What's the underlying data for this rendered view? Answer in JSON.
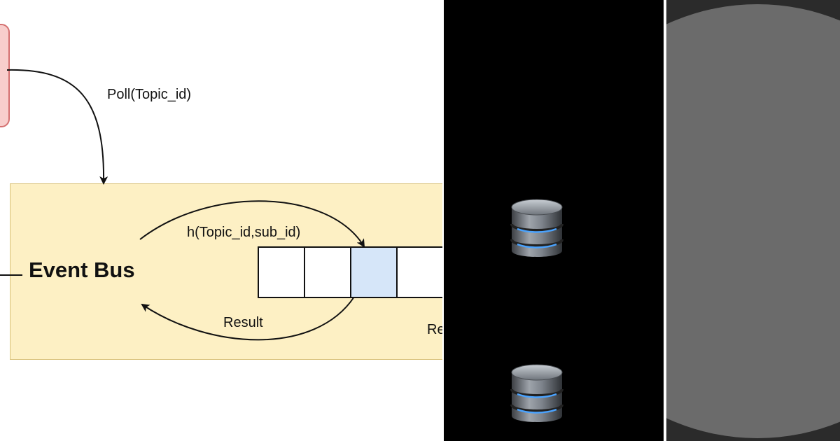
{
  "diagram": {
    "poll_label": "Poll(Topic_id)",
    "bus_title": "Event Bus",
    "hash_label": "h(Topic_id,sub_id)",
    "result_label": "Result",
    "result_label_clipped": "Re",
    "queue_slots": [
      {
        "state": "empty"
      },
      {
        "state": "empty"
      },
      {
        "state": "selected"
      },
      {
        "state": "empty"
      }
    ]
  },
  "icons": [
    "database-icon",
    "database-icon"
  ],
  "colors": {
    "client_fill": "#f8cecc",
    "client_stroke": "#d47070",
    "bus_fill": "#fdf0c4",
    "bus_stroke": "#d9c27a",
    "selected_slot": "#d6e6f9",
    "dark_panel": "#000000",
    "gray_panel": "#2b2b2b",
    "circle": "#6b6b6b"
  }
}
